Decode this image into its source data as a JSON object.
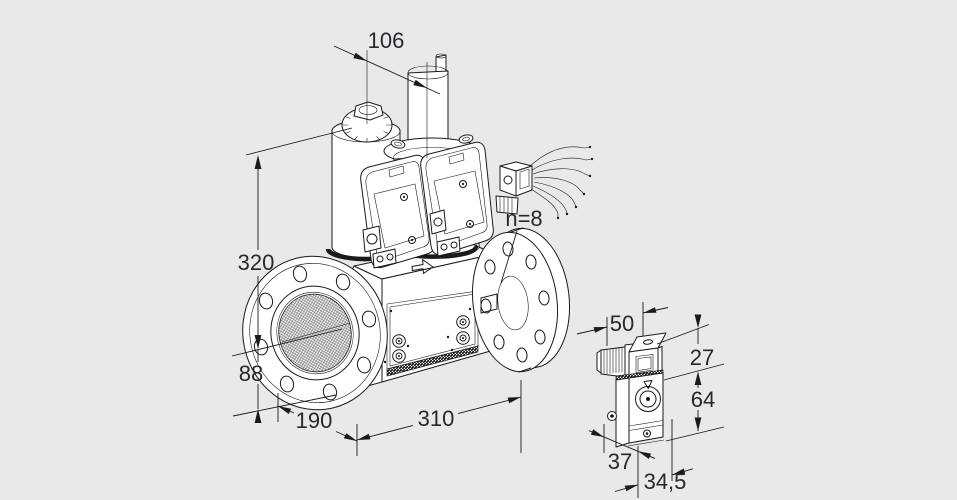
{
  "colors": {
    "background": "#e9e9e9",
    "line": "#1a1a1a",
    "dimension_text": "#26282c"
  },
  "main_view": {
    "dimensions": {
      "actuator_spacing": "106",
      "height_above_pipe_axis": "320",
      "height_below_pipe_axis": "88",
      "depth": "190",
      "flange_length": "310"
    },
    "annotations": {
      "flange_bolt_holes": "n=8"
    }
  },
  "detail_view": {
    "dimensions": {
      "top_depth": "50",
      "connector_height": "27",
      "body_height": "64",
      "body_depth": "37",
      "body_width": "34,5"
    }
  }
}
